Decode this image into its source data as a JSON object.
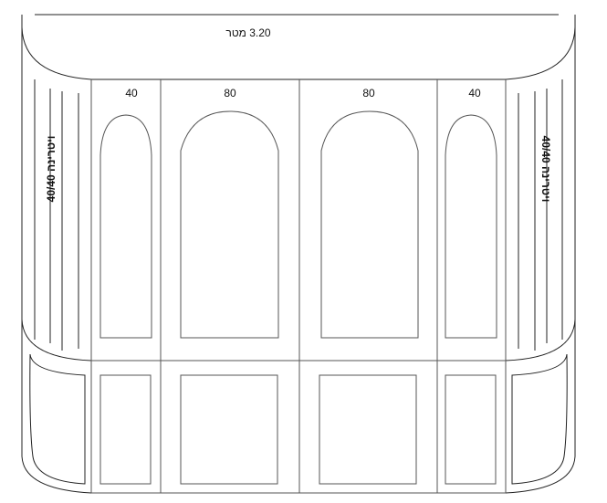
{
  "title": "3.20 מטר",
  "column_widths": [
    "40",
    "80",
    "80",
    "40"
  ],
  "side_labels": {
    "left": "ויטרינה 40/40",
    "right": "ויטרינה 40/40"
  }
}
